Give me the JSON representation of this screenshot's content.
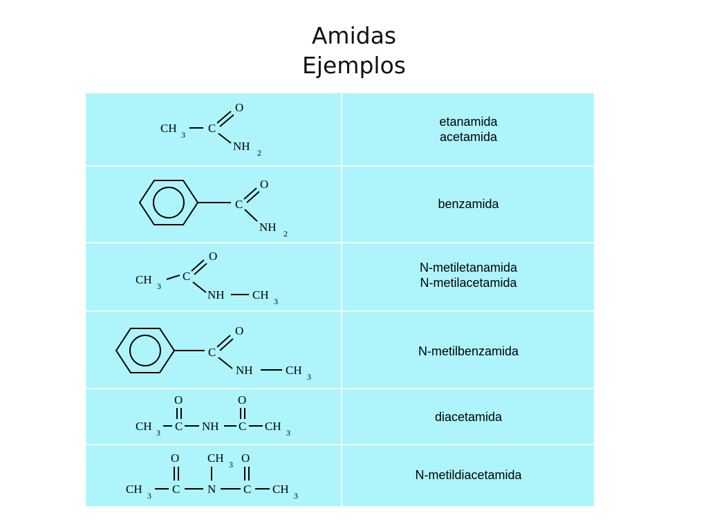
{
  "title": {
    "line1": "Amidas",
    "line2": "Ejemplos"
  },
  "rows": [
    {
      "names": [
        "etanamida",
        "acetamida"
      ]
    },
    {
      "names": [
        "benzamida"
      ]
    },
    {
      "names": [
        "N-metiletanamida",
        "N-metilacetamida"
      ]
    },
    {
      "names": [
        "N-metilbenzamida"
      ]
    },
    {
      "names": [
        "diacetamida"
      ]
    },
    {
      "names": [
        "N-metildiacetamida"
      ]
    }
  ],
  "atoms": {
    "ch": "CH",
    "c": "C",
    "o": "O",
    "nh": "NH",
    "n": "N",
    "sub2": "2",
    "sub3": "3"
  },
  "colors": {
    "table_bg": "#aef5fb",
    "grid_line": "#f4fcfd"
  }
}
